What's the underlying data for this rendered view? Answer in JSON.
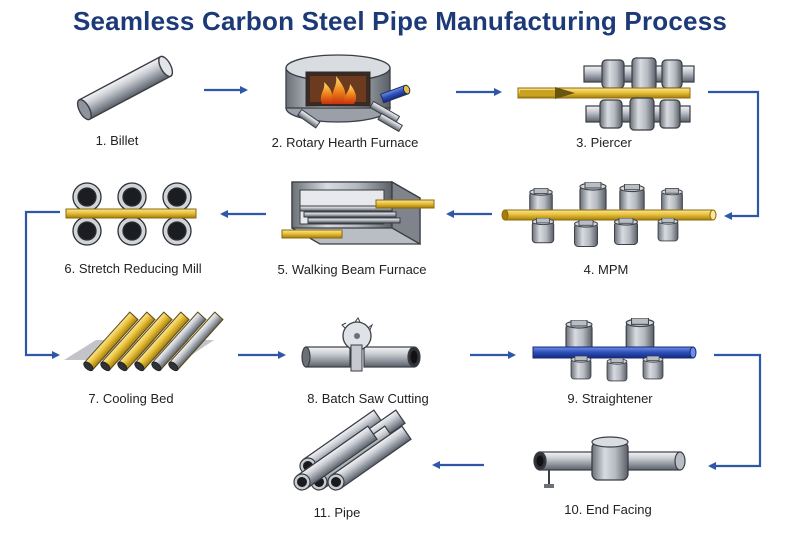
{
  "title": "Seamless Carbon Steel Pipe Manufacturing Process",
  "colors": {
    "title": "#1d3a78",
    "arrow": "#2e57a8",
    "steel_light": "#e6e8ec",
    "steel_mid": "#9aa0aa",
    "steel_dark": "#4e535b",
    "gold": "#e8c23a",
    "gold_dark": "#b78f12",
    "blue_pipe": "#2c4fb8",
    "flame": "#f08a1c"
  },
  "steps": [
    {
      "number": "1",
      "label": "1. Billet",
      "icon": "billet-icon"
    },
    {
      "number": "2",
      "label": "2. Rotary Hearth Furnace",
      "icon": "rotary-hearth-furnace-icon"
    },
    {
      "number": "3",
      "label": "3. Piercer",
      "icon": "piercer-icon"
    },
    {
      "number": "4",
      "label": "4. MPM",
      "icon": "mpm-icon"
    },
    {
      "number": "5",
      "label": "5. Walking Beam Furnace",
      "icon": "walking-beam-furnace-icon"
    },
    {
      "number": "6",
      "label": "6. Stretch Reducing Mill",
      "icon": "stretch-reducing-mill-icon"
    },
    {
      "number": "7",
      "label": "7. Cooling Bed",
      "icon": "cooling-bed-icon"
    },
    {
      "number": "8",
      "label": "8. Batch Saw Cutting",
      "icon": "batch-saw-cutting-icon"
    },
    {
      "number": "9",
      "label": "9. Straightener",
      "icon": "straightener-icon"
    },
    {
      "number": "10",
      "label": "10. End Facing",
      "icon": "end-facing-icon"
    },
    {
      "number": "11",
      "label": "11. Pipe",
      "icon": "pipe-icon"
    }
  ]
}
